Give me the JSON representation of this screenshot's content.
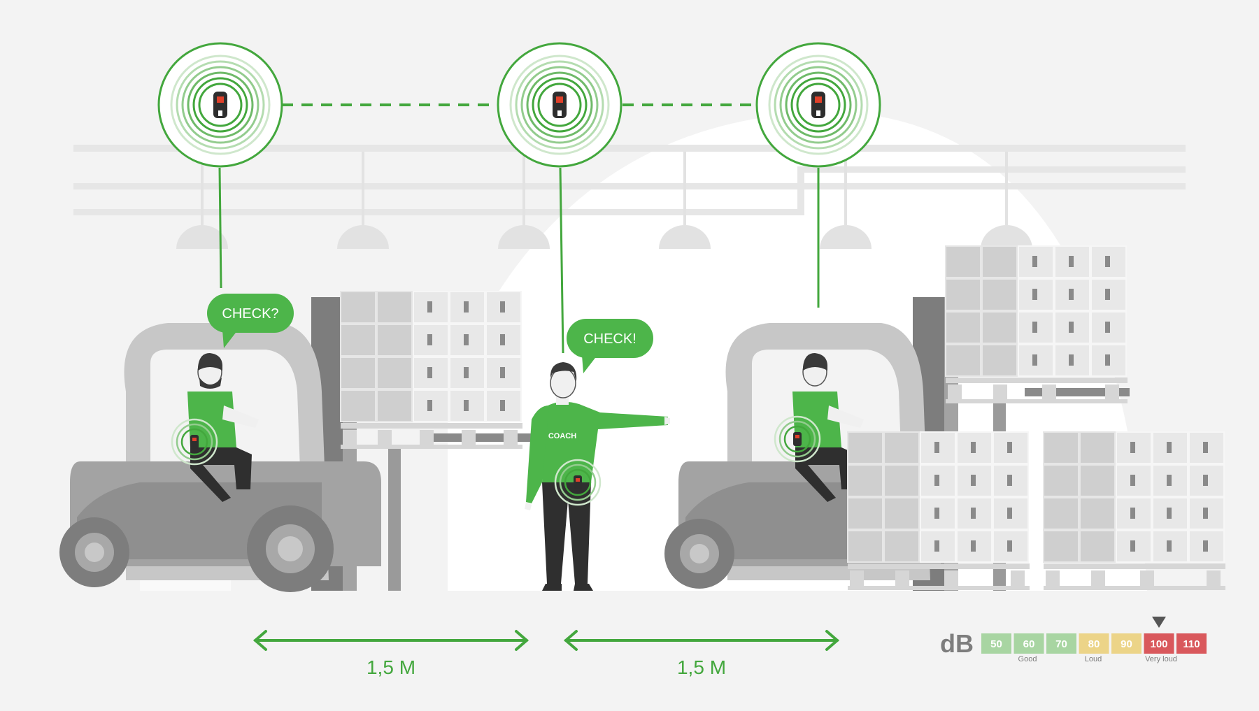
{
  "bubbles": {
    "driver_left": "CHECK?",
    "coach": "CHECK!"
  },
  "shirt_label": "COACH",
  "distances": {
    "left": "1,5 M",
    "right": "1,5 M"
  },
  "db_meter": {
    "unit": "dB",
    "segments": [
      {
        "value": "50",
        "color": "#a8d5a2"
      },
      {
        "value": "60",
        "color": "#a8d5a2"
      },
      {
        "value": "70",
        "color": "#a8d5a2"
      },
      {
        "value": "80",
        "color": "#ecd488"
      },
      {
        "value": "90",
        "color": "#ecd488"
      },
      {
        "value": "100",
        "color": "#d9585c"
      },
      {
        "value": "110",
        "color": "#d9585c"
      }
    ],
    "labels": {
      "good": "Good",
      "loud": "Loud",
      "very_loud": "Very loud"
    },
    "indicator_at": "100"
  },
  "colors": {
    "brand_green": "#43a73d",
    "bubble_green": "#4db54a",
    "grey_dark": "#7d7d7d",
    "grey_mid": "#a3a3a3",
    "grey_light": "#c7c7c7"
  }
}
